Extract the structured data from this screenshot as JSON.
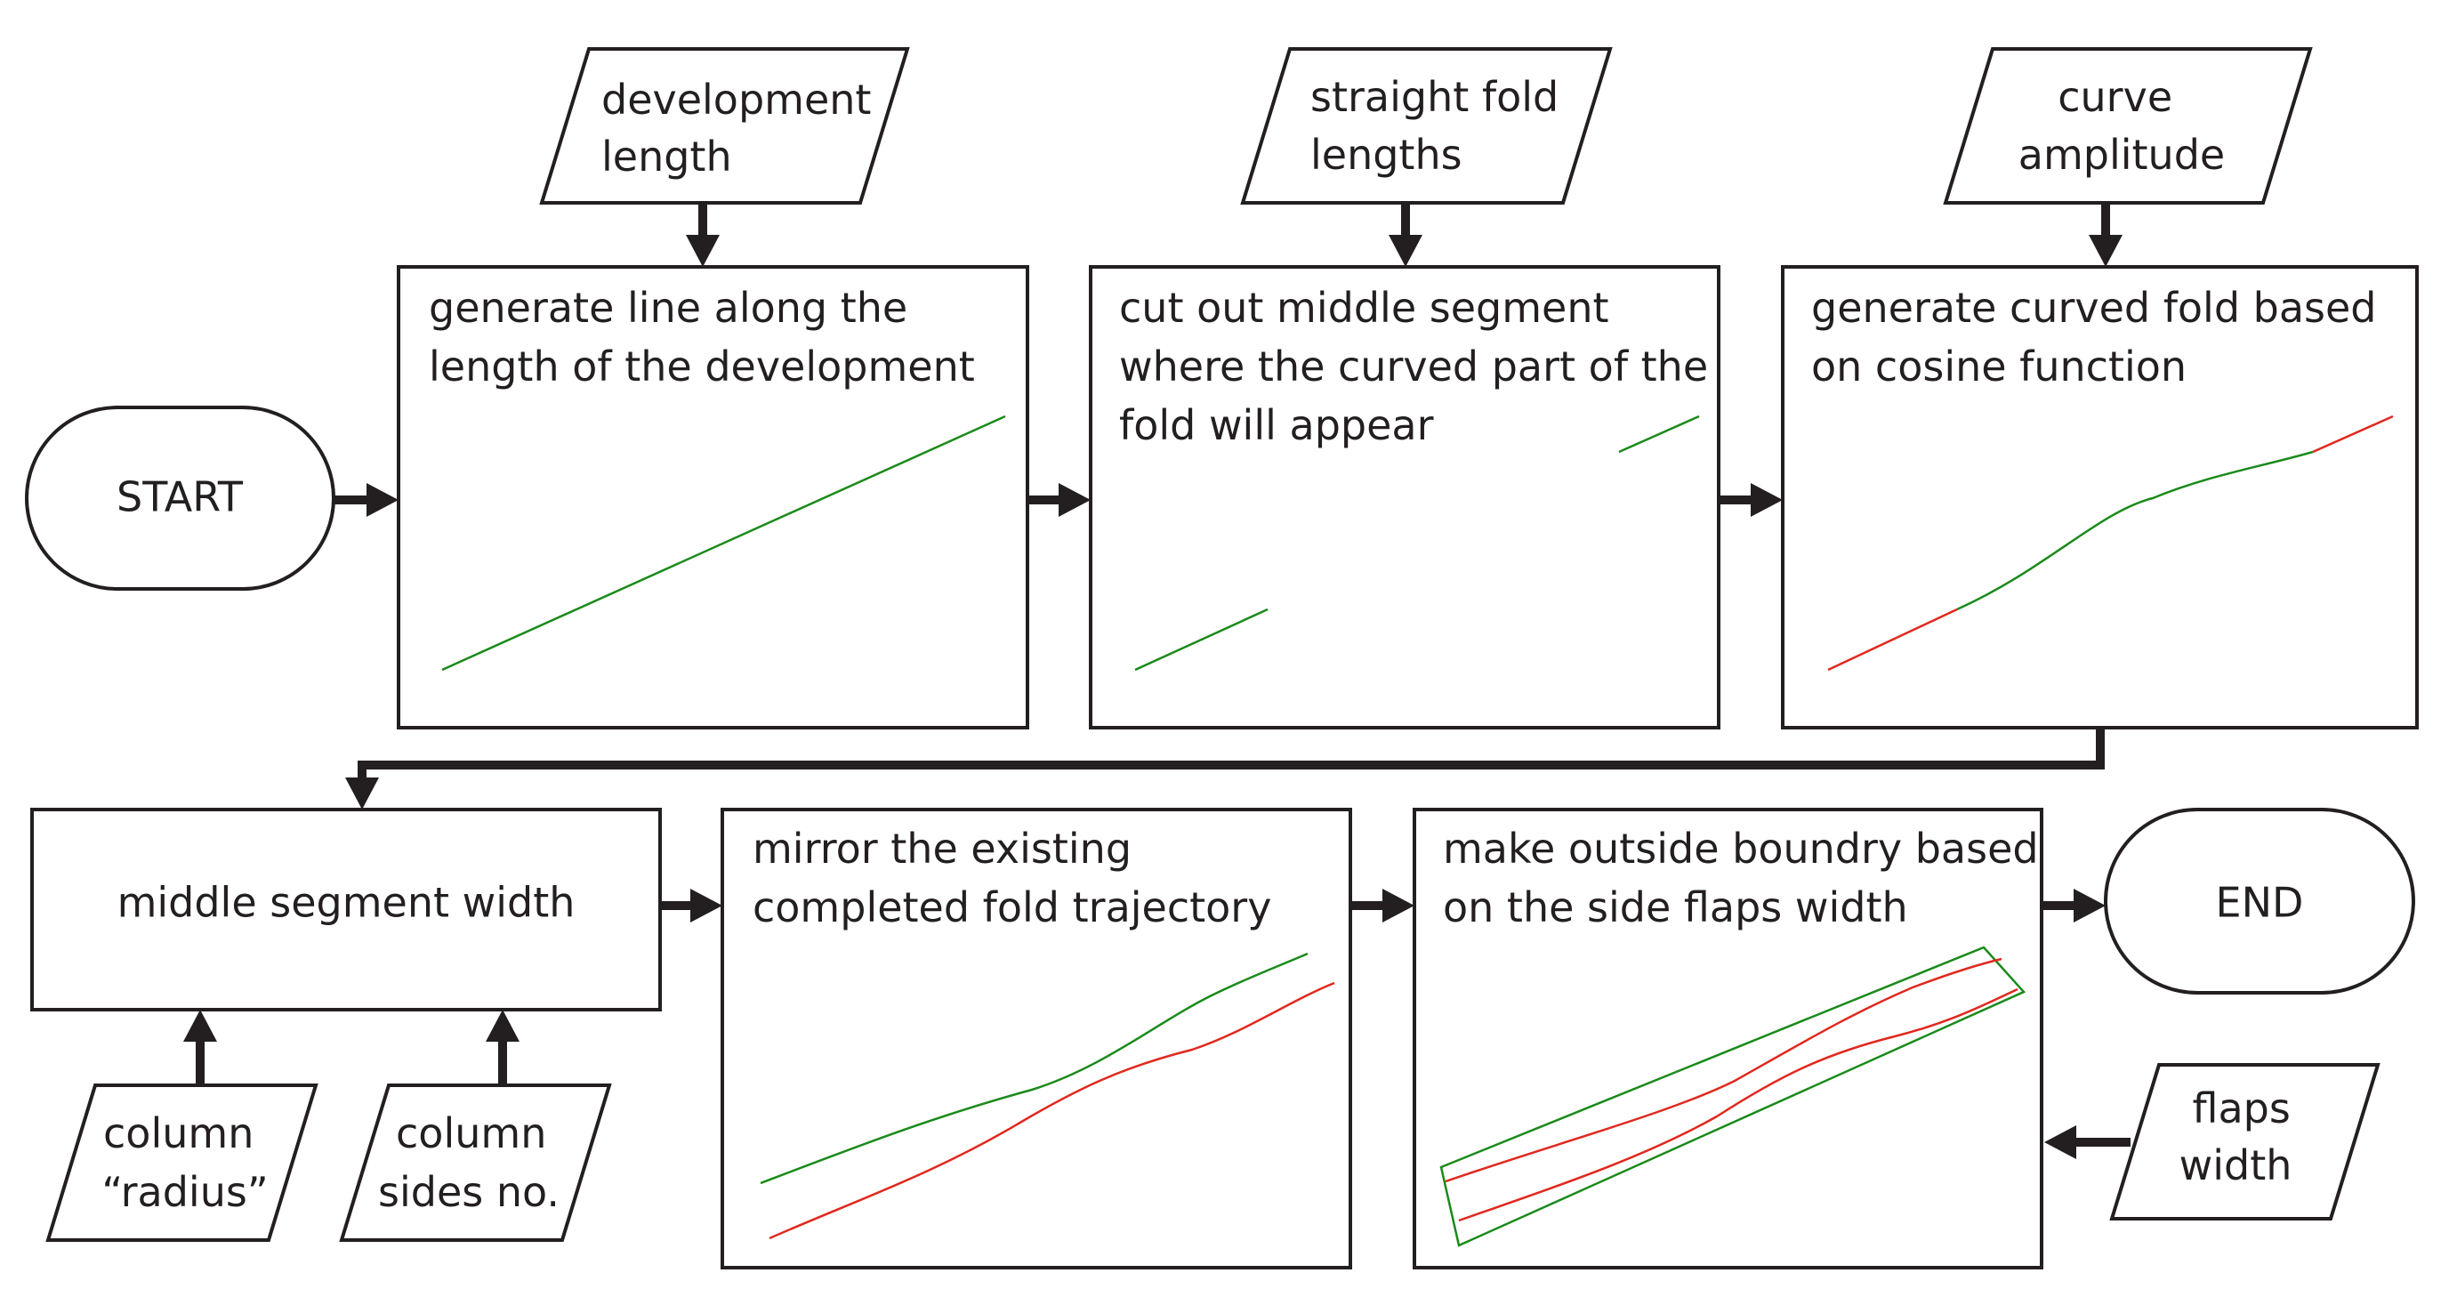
{
  "terminals": {
    "start": "START",
    "end": "END"
  },
  "inputs": {
    "development_length": [
      "development",
      "length"
    ],
    "straight_fold_lengths": [
      "straight fold",
      "lengths"
    ],
    "curve_amplitude": [
      "curve",
      "amplitude"
    ],
    "column_radius": [
      "column",
      "“radius”"
    ],
    "column_sides": [
      "column",
      "sides no."
    ],
    "flaps_width": [
      "flaps",
      "width"
    ]
  },
  "processes": {
    "generate_line": [
      "generate line along the",
      "length of the development"
    ],
    "cut_middle": [
      "cut out middle segment",
      "where the curved part of the",
      "fold will appear"
    ],
    "curved_fold": [
      "generate curved fold based",
      "on cosine function"
    ],
    "middle_width": [
      "middle segment width"
    ],
    "mirror": [
      "mirror the existing",
      "completed fold trajectory"
    ],
    "outside_boundary": [
      "make outside boundry based",
      "on the side flaps width"
    ]
  },
  "colors": {
    "stroke": "#231f20",
    "green_line": "#1a8a1a",
    "red_line": "#e0281e"
  }
}
